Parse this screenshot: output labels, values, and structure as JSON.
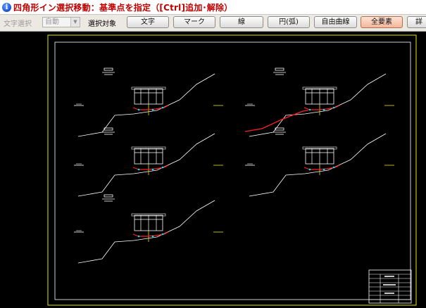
{
  "title": {
    "icon": "info-icon",
    "text": "四角形イン選択移動：基準点を指定（[Ctrl]追加･解除）"
  },
  "toolbar": {
    "text_select_label": "文字選択",
    "text_select_value": "自動",
    "select_target_label": "選択対象",
    "buttons": [
      "文字",
      "マーク",
      "線",
      "円(弧)",
      "自由曲線",
      "全要素",
      "詳"
    ]
  },
  "colors": {
    "title_text": "#c00000",
    "canvas_background": "#000000",
    "sheet_frame": "#e6e600",
    "drawing_lines": "#ffffff",
    "highlight": "#ff2020",
    "pressed_button": "#f2b79c"
  }
}
